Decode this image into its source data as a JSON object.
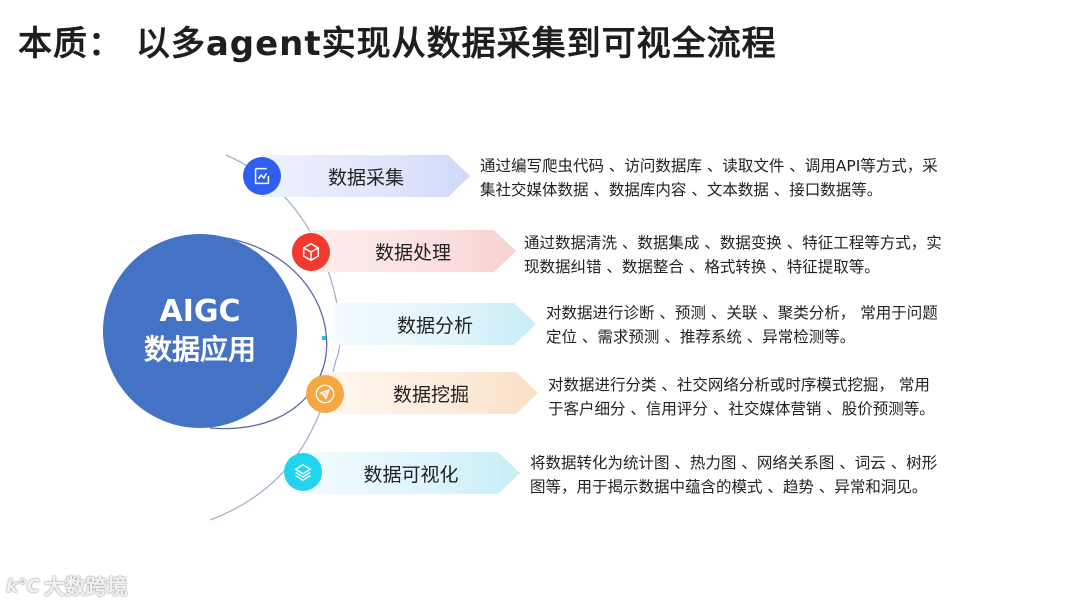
{
  "title": "本质： 以多agent实现从数据采集到可视全流程",
  "hub": {
    "line1": "AIGC",
    "line2": "数据应用",
    "color": "#4472c4"
  },
  "steps": [
    {
      "label": "数据采集",
      "icon": "line-chart-icon",
      "icon_color": "#2f5ff0",
      "banner_color": "#dfe6fb",
      "description": [
        "通过编写爬虫代码 、访问数据库 、读取文件 、调用API等方式，采",
        "集社交媒体数据 、数据库内容 、文本数据 、接口数据等。"
      ]
    },
    {
      "label": "数据处理",
      "icon": "cube-icon",
      "icon_color": "#f0392f",
      "banner_color": "#fbe0df",
      "description": [
        "通过数据清洗 、数据集成 、数据变换 、特征工程等方式，实",
        "现数据纠错 、数据整合 、格式转换 、特征提取等。"
      ]
    },
    {
      "label": "数据分析",
      "icon": "dot-icon",
      "icon_color": "#1cc4e6",
      "banner_color": "#d9f3fa",
      "description": [
        "对数据进行诊断 、预测 、关联 、聚类分析， 常用于问题",
        "定位 、需求预测 、推荐系统 、异常检测等。"
      ]
    },
    {
      "label": "数据挖掘",
      "icon": "paper-plane-icon",
      "icon_color": "#f5a742",
      "banner_color": "#fcebd9",
      "description": [
        "对数据进行分类 、社交网络分析或时序模式挖掘， 常用",
        "于客户细分 、信用评分 、社交媒体营销 、股价预测等。"
      ]
    },
    {
      "label": "数据可视化",
      "icon": "layers-icon",
      "icon_color": "#22d3ee",
      "banner_color": "#d9f4fb",
      "description": [
        "将数据转化为统计图 、热力图 、网络关系图 、词云 、树形",
        "图等，用于揭示数据中蕴含的模式 、趋势 、异常和洞见。"
      ]
    }
  ],
  "watermark": {
    "logo": "k℃",
    "text": "大数跨境"
  }
}
